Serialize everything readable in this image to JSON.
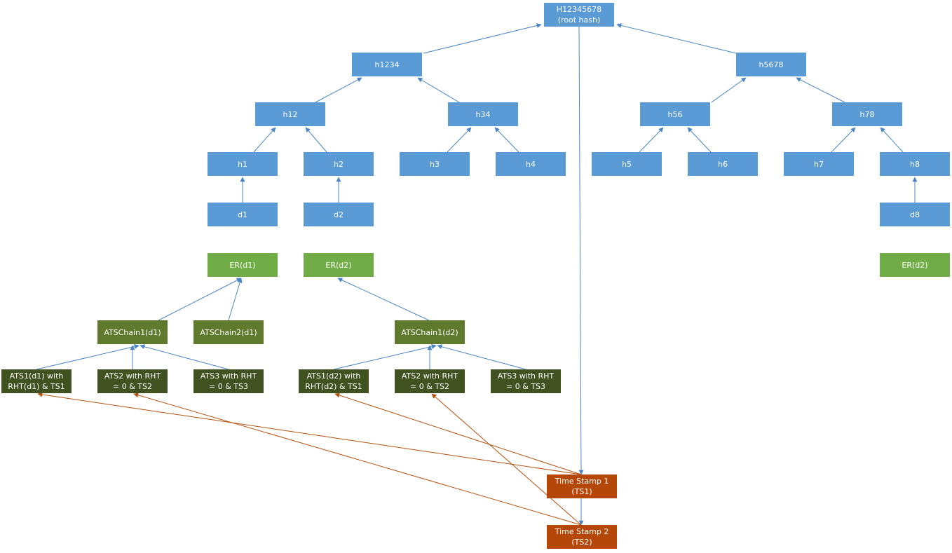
{
  "colors": {
    "hash": "#5b9bd5",
    "evidence": "#70ad47",
    "chain": "#5f7a2d",
    "ats": "#3f5220",
    "timestamp": "#b54708",
    "edge_hash": "#4a86c5",
    "edge_timestamp": "#b5500f"
  },
  "nodes": [
    {
      "id": "root",
      "label": "H12345678\n(root hash)",
      "kind": "hash"
    },
    {
      "id": "h1234",
      "label": "h1234",
      "kind": "hash"
    },
    {
      "id": "h5678",
      "label": "h5678",
      "kind": "hash"
    },
    {
      "id": "h12",
      "label": "h12",
      "kind": "hash"
    },
    {
      "id": "h34",
      "label": "h34",
      "kind": "hash"
    },
    {
      "id": "h56",
      "label": "h56",
      "kind": "hash"
    },
    {
      "id": "h78",
      "label": "h78",
      "kind": "hash"
    },
    {
      "id": "h1",
      "label": "h1",
      "kind": "hash"
    },
    {
      "id": "h2",
      "label": "h2",
      "kind": "hash"
    },
    {
      "id": "h3",
      "label": "h3",
      "kind": "hash"
    },
    {
      "id": "h4",
      "label": "h4",
      "kind": "hash"
    },
    {
      "id": "h5",
      "label": "h5",
      "kind": "hash"
    },
    {
      "id": "h6",
      "label": "h6",
      "kind": "hash"
    },
    {
      "id": "h7",
      "label": "h7",
      "kind": "hash"
    },
    {
      "id": "h8",
      "label": "h8",
      "kind": "hash"
    },
    {
      "id": "d1",
      "label": "d1",
      "kind": "hash"
    },
    {
      "id": "d2",
      "label": "d2",
      "kind": "hash"
    },
    {
      "id": "d8",
      "label": "d8",
      "kind": "hash"
    },
    {
      "id": "er_d1",
      "label": "ER(d1)",
      "kind": "evidence"
    },
    {
      "id": "er_d2",
      "label": "ER(d2)",
      "kind": "evidence"
    },
    {
      "id": "er_d8",
      "label": "ER(d2)",
      "kind": "evidence"
    },
    {
      "id": "atschain1_d1",
      "label": "ATSChain1(d1)",
      "kind": "chain"
    },
    {
      "id": "atschain2_d1",
      "label": "ATSChain2(d1)",
      "kind": "chain"
    },
    {
      "id": "atschain1_d2",
      "label": "ATSChain1(d2)",
      "kind": "chain"
    },
    {
      "id": "ats1_d1",
      "label": "ATS1(d1) with\nRHT(d1) & TS1",
      "kind": "ats"
    },
    {
      "id": "ats2_d1",
      "label": "ATS2 with RHT\n= 0 & TS2",
      "kind": "ats"
    },
    {
      "id": "ats3_d1",
      "label": "ATS3 with RHT\n= 0 & TS3",
      "kind": "ats"
    },
    {
      "id": "ats1_d2",
      "label": "ATS1(d2) with\nRHT(d2) & TS1",
      "kind": "ats"
    },
    {
      "id": "ats2_d2",
      "label": "ATS2 with RHT\n= 0 & TS2",
      "kind": "ats"
    },
    {
      "id": "ats3_d2",
      "label": "ATS3 with RHT\n= 0 & TS3",
      "kind": "ats"
    },
    {
      "id": "ts1",
      "label": "Time Stamp 1\n(TS1)",
      "kind": "timestamp"
    },
    {
      "id": "ts2",
      "label": "Time Stamp 2\n(TS2)",
      "kind": "timestamp"
    }
  ],
  "edges": [
    {
      "from": "h1234",
      "to": "root",
      "kind": "hash"
    },
    {
      "from": "h5678",
      "to": "root",
      "kind": "hash"
    },
    {
      "from": "h12",
      "to": "h1234",
      "kind": "hash"
    },
    {
      "from": "h34",
      "to": "h1234",
      "kind": "hash"
    },
    {
      "from": "h56",
      "to": "h5678",
      "kind": "hash"
    },
    {
      "from": "h78",
      "to": "h5678",
      "kind": "hash"
    },
    {
      "from": "h1",
      "to": "h12",
      "kind": "hash"
    },
    {
      "from": "h2",
      "to": "h12",
      "kind": "hash"
    },
    {
      "from": "h3",
      "to": "h34",
      "kind": "hash"
    },
    {
      "from": "h4",
      "to": "h34",
      "kind": "hash"
    },
    {
      "from": "h5",
      "to": "h56",
      "kind": "hash"
    },
    {
      "from": "h6",
      "to": "h56",
      "kind": "hash"
    },
    {
      "from": "h7",
      "to": "h78",
      "kind": "hash"
    },
    {
      "from": "h8",
      "to": "h78",
      "kind": "hash"
    },
    {
      "from": "d1",
      "to": "h1",
      "kind": "hash"
    },
    {
      "from": "d2",
      "to": "h2",
      "kind": "hash"
    },
    {
      "from": "d8",
      "to": "h8",
      "kind": "hash"
    },
    {
      "from": "atschain1_d1",
      "to": "er_d1",
      "kind": "hash"
    },
    {
      "from": "atschain2_d1",
      "to": "er_d1",
      "kind": "hash"
    },
    {
      "from": "atschain1_d2",
      "to": "er_d2",
      "kind": "hash"
    },
    {
      "from": "ats1_d1",
      "to": "atschain1_d1",
      "kind": "hash"
    },
    {
      "from": "ats2_d1",
      "to": "atschain1_d1",
      "kind": "hash"
    },
    {
      "from": "ats3_d1",
      "to": "atschain1_d1",
      "kind": "hash"
    },
    {
      "from": "ats1_d2",
      "to": "atschain1_d2",
      "kind": "hash"
    },
    {
      "from": "ats2_d2",
      "to": "atschain1_d2",
      "kind": "hash"
    },
    {
      "from": "ats3_d2",
      "to": "atschain1_d2",
      "kind": "hash"
    },
    {
      "from": "root",
      "to": "ts1",
      "kind": "hash"
    },
    {
      "from": "ts1",
      "to": "ts2",
      "kind": "hash"
    },
    {
      "from": "ts1",
      "to": "ats1_d1",
      "kind": "timestamp"
    },
    {
      "from": "ts1",
      "to": "ats1_d2",
      "kind": "timestamp"
    },
    {
      "from": "ts2",
      "to": "ats2_d1",
      "kind": "timestamp"
    },
    {
      "from": "ts2",
      "to": "ats2_d2",
      "kind": "timestamp"
    }
  ]
}
